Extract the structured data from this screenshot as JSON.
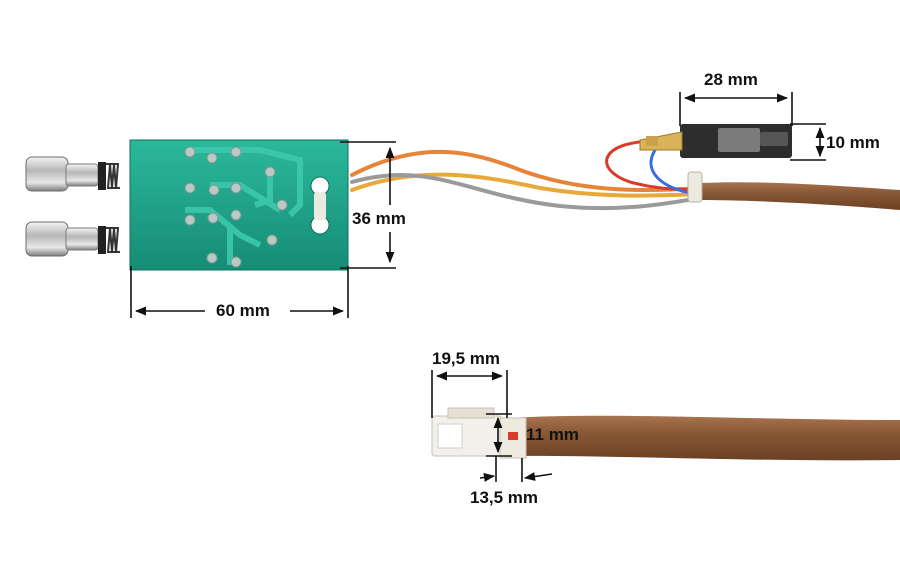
{
  "dimensions": {
    "pcb_height": "36 mm",
    "pcb_width": "60 mm",
    "switch_width": "28 mm",
    "switch_height": "10 mm",
    "connector_length": "19,5 mm",
    "connector_height": "11 mm",
    "connector_body": "13,5 mm"
  },
  "colors": {
    "pcb": "#1fa88e",
    "cable": "#8b5a36",
    "wire_orange": "#e8843a",
    "wire_yellow": "#e8a93a",
    "wire_grey": "#9a9a9a",
    "wire_red": "#d93b2b",
    "wire_blue": "#3a6ed8",
    "connector": "#f2f0ea",
    "metal": "#c9c9c9"
  }
}
